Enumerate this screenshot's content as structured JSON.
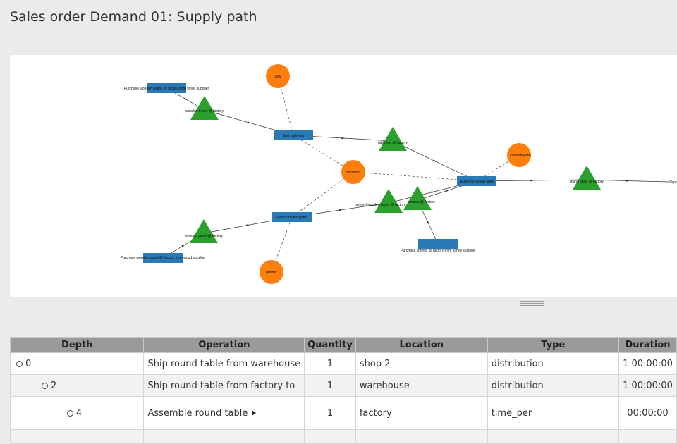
{
  "page": {
    "title": "Sales order Demand 01: Supply path"
  },
  "graph": {
    "nodes": [
      {
        "id": "pwb",
        "shape": "rect",
        "label": "Purchase wooden beam @ factory from wood supplier",
        "color": "#2a7ab7"
      },
      {
        "id": "wbf",
        "shape": "triangle",
        "label": "wooden beam @ factory",
        "color": "#2ca02c"
      },
      {
        "id": "saw",
        "shape": "circle",
        "label": "saw",
        "color": "#ff7f0e"
      },
      {
        "id": "stl",
        "shape": "rect",
        "label": "Saw table leg",
        "color": "#2a7ab7"
      },
      {
        "id": "tlf",
        "shape": "triangle",
        "label": "table leg @ factory",
        "color": "#2ca02c"
      },
      {
        "id": "ops",
        "shape": "circle",
        "label": "operators",
        "color": "#ff7f0e"
      },
      {
        "id": "asl",
        "shape": "circle",
        "label": "assembly line",
        "color": "#ff7f0e"
      },
      {
        "id": "art",
        "shape": "rect",
        "label": "Assemble round table",
        "color": "#2a7ab7"
      },
      {
        "id": "rtf",
        "shape": "triangle",
        "label": "round table @ factory",
        "color": "#2ca02c"
      },
      {
        "id": "ship",
        "shape": "text",
        "label": "Ship round",
        "color": "#111111"
      },
      {
        "id": "gwp",
        "shape": "triangle",
        "label": "grinded wooden panel @ factory",
        "color": "#2ca02c"
      },
      {
        "id": "scr",
        "shape": "triangle",
        "label": "screws @ factory",
        "color": "#2ca02c"
      },
      {
        "id": "grp",
        "shape": "rect",
        "label": "Grind wooden panel",
        "color": "#2a7ab7"
      },
      {
        "id": "wpf",
        "shape": "triangle",
        "label": "wooden panel @ factory",
        "color": "#2ca02c"
      },
      {
        "id": "pwp",
        "shape": "rect",
        "label": "Purchase wooden panel @ factory from wood supplier",
        "color": "#2a7ab7"
      },
      {
        "id": "pss",
        "shape": "rect",
        "label": "Purchase screws @ factory from screw supplier",
        "color": "#2a7ab7"
      },
      {
        "id": "grd",
        "shape": "circle",
        "label": "grinder",
        "color": "#ff7f0e"
      }
    ],
    "edges": [
      {
        "from": "pwb",
        "to": "wbf",
        "style": "solid"
      },
      {
        "from": "wbf",
        "to": "stl",
        "style": "solid"
      },
      {
        "from": "stl",
        "to": "tlf",
        "style": "solid"
      },
      {
        "from": "tlf",
        "to": "art",
        "style": "solid"
      },
      {
        "from": "art",
        "to": "rtf",
        "style": "solid"
      },
      {
        "from": "rtf",
        "to": "ship",
        "style": "solid"
      },
      {
        "from": "pwp",
        "to": "wpf",
        "style": "solid"
      },
      {
        "from": "wpf",
        "to": "grp",
        "style": "solid"
      },
      {
        "from": "grp",
        "to": "gwp",
        "style": "solid"
      },
      {
        "from": "gwp",
        "to": "art",
        "style": "solid"
      },
      {
        "from": "pss",
        "to": "scr",
        "style": "solid"
      },
      {
        "from": "scr",
        "to": "art",
        "style": "solid"
      },
      {
        "from": "saw",
        "to": "stl",
        "style": "dashed"
      },
      {
        "from": "ops",
        "to": "stl",
        "style": "dashed"
      },
      {
        "from": "ops",
        "to": "art",
        "style": "dashed"
      },
      {
        "from": "ops",
        "to": "grp",
        "style": "dashed"
      },
      {
        "from": "asl",
        "to": "art",
        "style": "dashed"
      },
      {
        "from": "grd",
        "to": "grp",
        "style": "dashed"
      }
    ]
  },
  "table": {
    "columns": [
      "Depth",
      "Operation",
      "Quantity",
      "Location",
      "Type",
      "Duration"
    ],
    "rows": [
      {
        "depth": "0",
        "operation": "Ship round table from warehouse",
        "quantity": "1",
        "location": "shop 2",
        "type": "distribution",
        "duration": "1 00:00:00",
        "has_caret": false
      },
      {
        "depth": "2",
        "operation": "Ship round table from factory to",
        "quantity": "1",
        "location": "warehouse",
        "type": "distribution",
        "duration": "1 00:00:00",
        "has_caret": false
      },
      {
        "depth": "4",
        "operation": "Assemble round table",
        "quantity": "1",
        "location": "factory",
        "type": "time_per",
        "duration": "00:00:00",
        "has_caret": true
      }
    ]
  }
}
